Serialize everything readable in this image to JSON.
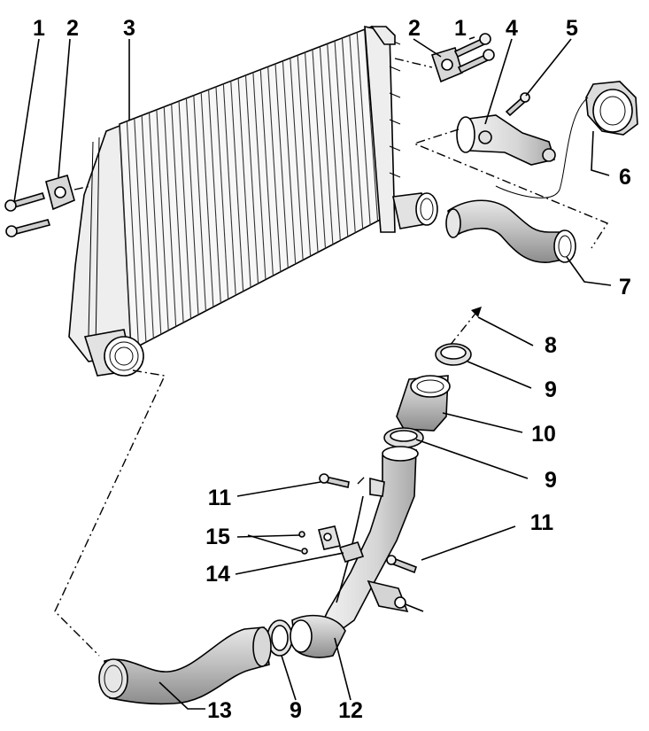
{
  "callouts": {
    "c1a": "1",
    "c2a": "2",
    "c3": "3",
    "c2b": "2",
    "c1b": "1",
    "c4": "4",
    "c5": "5",
    "c6": "6",
    "c7": "7",
    "c8": "8",
    "c9a": "9",
    "c10": "10",
    "c9b": "9",
    "c11a": "11",
    "c11b": "11",
    "c15": "15",
    "c14": "14",
    "c13": "13",
    "c9c": "9",
    "c12": "12"
  },
  "colors": {
    "line": "#000000",
    "part_fill": "#f2f2f2",
    "shade": "#9a9a9a",
    "background": "#ffffff"
  }
}
